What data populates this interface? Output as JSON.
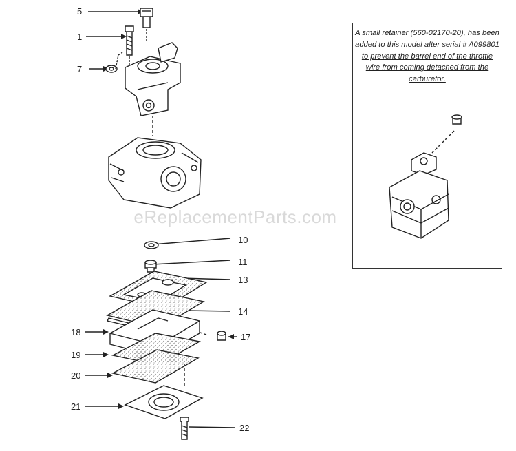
{
  "diagram": {
    "callouts": [
      "5",
      "1",
      "7",
      "10",
      "11",
      "13",
      "14",
      "17",
      "18",
      "19",
      "20",
      "21",
      "22"
    ],
    "note": "A small retainer (560-02170-20), has been added to this model after serial # A099801 to prevent the barrel end of the throttle wire from coming detached from the carburetor.",
    "watermark": "eReplacementParts.com"
  },
  "colors": {
    "line": "#222222",
    "fill": "#ffffff",
    "speckle": "#555555"
  }
}
